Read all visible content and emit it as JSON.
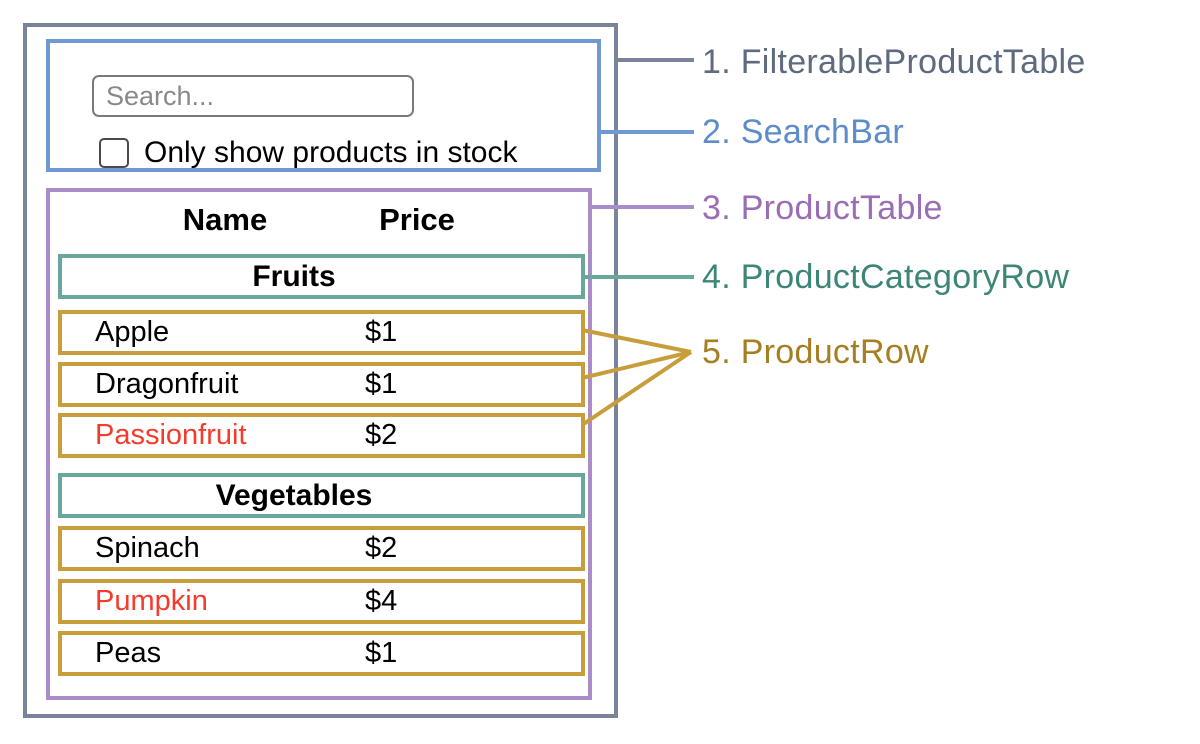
{
  "search": {
    "placeholder": "Search...",
    "checkbox_label": "Only show products in stock",
    "checkbox_checked": false
  },
  "table": {
    "headers": {
      "name": "Name",
      "price": "Price"
    },
    "sections": [
      {
        "category": "Fruits",
        "rows": [
          {
            "name": "Apple",
            "price": "$1",
            "out_of_stock": false
          },
          {
            "name": "Dragonfruit",
            "price": "$1",
            "out_of_stock": false
          },
          {
            "name": "Passionfruit",
            "price": "$2",
            "out_of_stock": true
          }
        ]
      },
      {
        "category": "Vegetables",
        "rows": [
          {
            "name": "Spinach",
            "price": "$2",
            "out_of_stock": false
          },
          {
            "name": "Pumpkin",
            "price": "$4",
            "out_of_stock": true
          },
          {
            "name": "Peas",
            "price": "$1",
            "out_of_stock": false
          }
        ]
      }
    ]
  },
  "legend": [
    {
      "label": "1. FilterableProductTable",
      "color": "#5E6A7E"
    },
    {
      "label": "2. SearchBar",
      "color": "#5E8CC8"
    },
    {
      "label": "3. ProductTable",
      "color": "#9A6DB4"
    },
    {
      "label": "4. ProductCategoryRow",
      "color": "#3D8577"
    },
    {
      "label": "5. ProductRow",
      "color": "#A67F22"
    }
  ],
  "colors": {
    "filterable_product_table_border": "#79849B",
    "search_bar_border": "#7099D1",
    "product_table_border": "#AA8CC8",
    "product_category_row_border": "#68A79C",
    "product_row_border": "#C79E3B",
    "out_of_stock_text": "#F43B2C"
  }
}
